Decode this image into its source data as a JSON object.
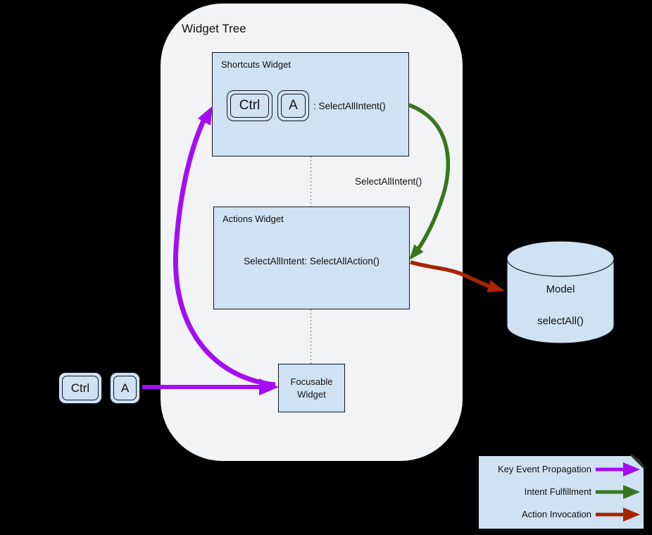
{
  "diagram": {
    "title": "Widget Tree",
    "shortcuts_widget": {
      "label": "Shortcuts Widget",
      "keys": [
        "Ctrl",
        "A"
      ],
      "binding_text": ": SelectAllIntent()"
    },
    "intent_flow_label": "SelectAllIntent()",
    "actions_widget": {
      "label": "Actions Widget",
      "mapping_text": "SelectAllIntent: SelectAllAction()"
    },
    "focusable_widget": {
      "label_line1": "Focusable",
      "label_line2": "Widget"
    },
    "input_keys": [
      "Ctrl",
      "A"
    ],
    "model": {
      "title": "Model",
      "method": "selectAll()"
    },
    "legend": {
      "items": [
        {
          "label": "Key Event Propagation",
          "color": "#a40df2"
        },
        {
          "label": "Intent Fulfillment",
          "color": "#38761d"
        },
        {
          "label": "Action Invocation",
          "color": "#a82405"
        }
      ]
    },
    "colors": {
      "key_event": "#a40df2",
      "intent": "#38761d",
      "action": "#a82405",
      "node_fill": "#cfe2f3",
      "tree_fill": "#f1f3f4",
      "connector": "#8a8a8a",
      "fold": "#2f2f2f"
    }
  }
}
